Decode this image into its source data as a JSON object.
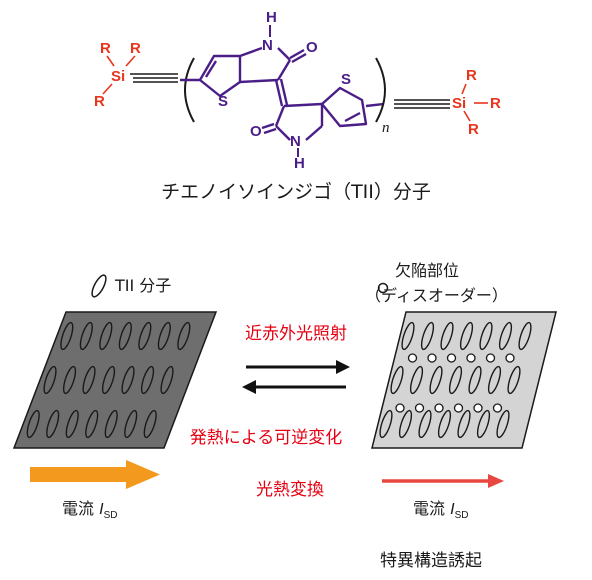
{
  "molecule": {
    "caption": "チエノイソインジゴ（TII）分子",
    "repeat_subscript": "n",
    "atoms": {
      "N": "N",
      "H": "H",
      "O": "O",
      "S": "S",
      "Si": "Si",
      "R": "R"
    },
    "colors": {
      "core": "#4b1d87",
      "silyl": "#e8351e",
      "bond": "#1a1a1a"
    }
  },
  "legend": {
    "tii_label": "TII 分子",
    "defect_label_line1": "欠陥部位",
    "defect_label_line2": "（ディスオーダー）"
  },
  "process": {
    "forward_label": "近赤外光照射",
    "reverse_label": "発熱による可逆変化",
    "conversion_label": "光熱変換",
    "label_color": "#e60012"
  },
  "left_film": {
    "current_label": "電流",
    "current_symbol": "I",
    "current_subscript": "SD",
    "fill": "#6e6e6e",
    "arrow_color": "#f39a1e"
  },
  "right_film": {
    "current_label": "電流",
    "current_symbol": "I",
    "current_subscript": "SD",
    "fill": "#d4d4d4",
    "arrow_color": "#e8473f",
    "caption": "特異構造誘起"
  }
}
